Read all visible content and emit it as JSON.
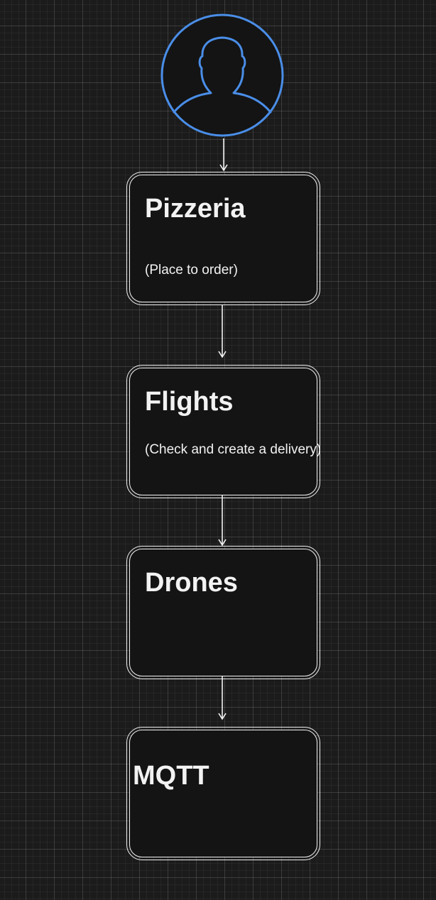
{
  "diagram": {
    "nodes": [
      {
        "id": "pizzeria",
        "title": "Pizzeria",
        "subtitle": "(Place to order)"
      },
      {
        "id": "flights",
        "title": "Flights",
        "subtitle": "(Check and create a delivery)"
      },
      {
        "id": "drones",
        "title": "Drones",
        "subtitle": ""
      },
      {
        "id": "mqtt",
        "title": "MQTT",
        "subtitle": ""
      }
    ],
    "actor": {
      "icon": "user-icon"
    },
    "edges": [
      {
        "from": "actor",
        "to": "pizzeria"
      },
      {
        "from": "pizzeria",
        "to": "flights"
      },
      {
        "from": "flights",
        "to": "drones"
      },
      {
        "from": "drones",
        "to": "mqtt"
      }
    ]
  },
  "colors": {
    "background": "#1b1b1b",
    "node_fill": "#141414",
    "node_stroke": "#f2f2f2",
    "text": "#f2f2f2",
    "actor_stroke": "#4a8ee8",
    "arrow": "#f2f2f2"
  }
}
